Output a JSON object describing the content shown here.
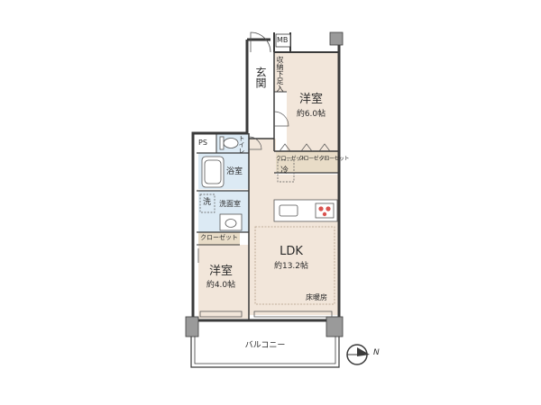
{
  "rooms": {
    "bedroom_upper": {
      "name": "洋室",
      "area": "約6.0帖"
    },
    "entrance": {
      "name": "玄関"
    },
    "shoe_storage": {
      "label": "収納下足入"
    },
    "meter_box": {
      "label": "MB"
    },
    "pipe_space": {
      "label": "PS"
    },
    "toilet": {
      "label": "トイレ"
    },
    "bathroom": {
      "label": "浴室"
    },
    "washroom": {
      "label": "洗面室"
    },
    "washer": {
      "label": "洗"
    },
    "fridge": {
      "label": "冷"
    },
    "closet_lower": {
      "label": "クローゼット"
    },
    "closets_upper": [
      {
        "label": "クローゼット"
      },
      {
        "label": "クローゼット"
      },
      {
        "label": "クローゼット"
      }
    ],
    "ldk": {
      "name": "LDK",
      "area": "約13.2帖",
      "floor_heating": "床暖房"
    },
    "bedroom_lower": {
      "name": "洋室",
      "area": "約4.0帖"
    },
    "balcony": {
      "label": "バルコニー"
    }
  },
  "compass": {
    "label": "N",
    "icon": "compass-icon"
  },
  "colors": {
    "wall": "#3a3a3a",
    "floor_wood": "#f2e6da",
    "floor_bath": "#dceaf4",
    "floor_storage": "#e8dcc7",
    "floor_heating_border": "#b09b85"
  }
}
